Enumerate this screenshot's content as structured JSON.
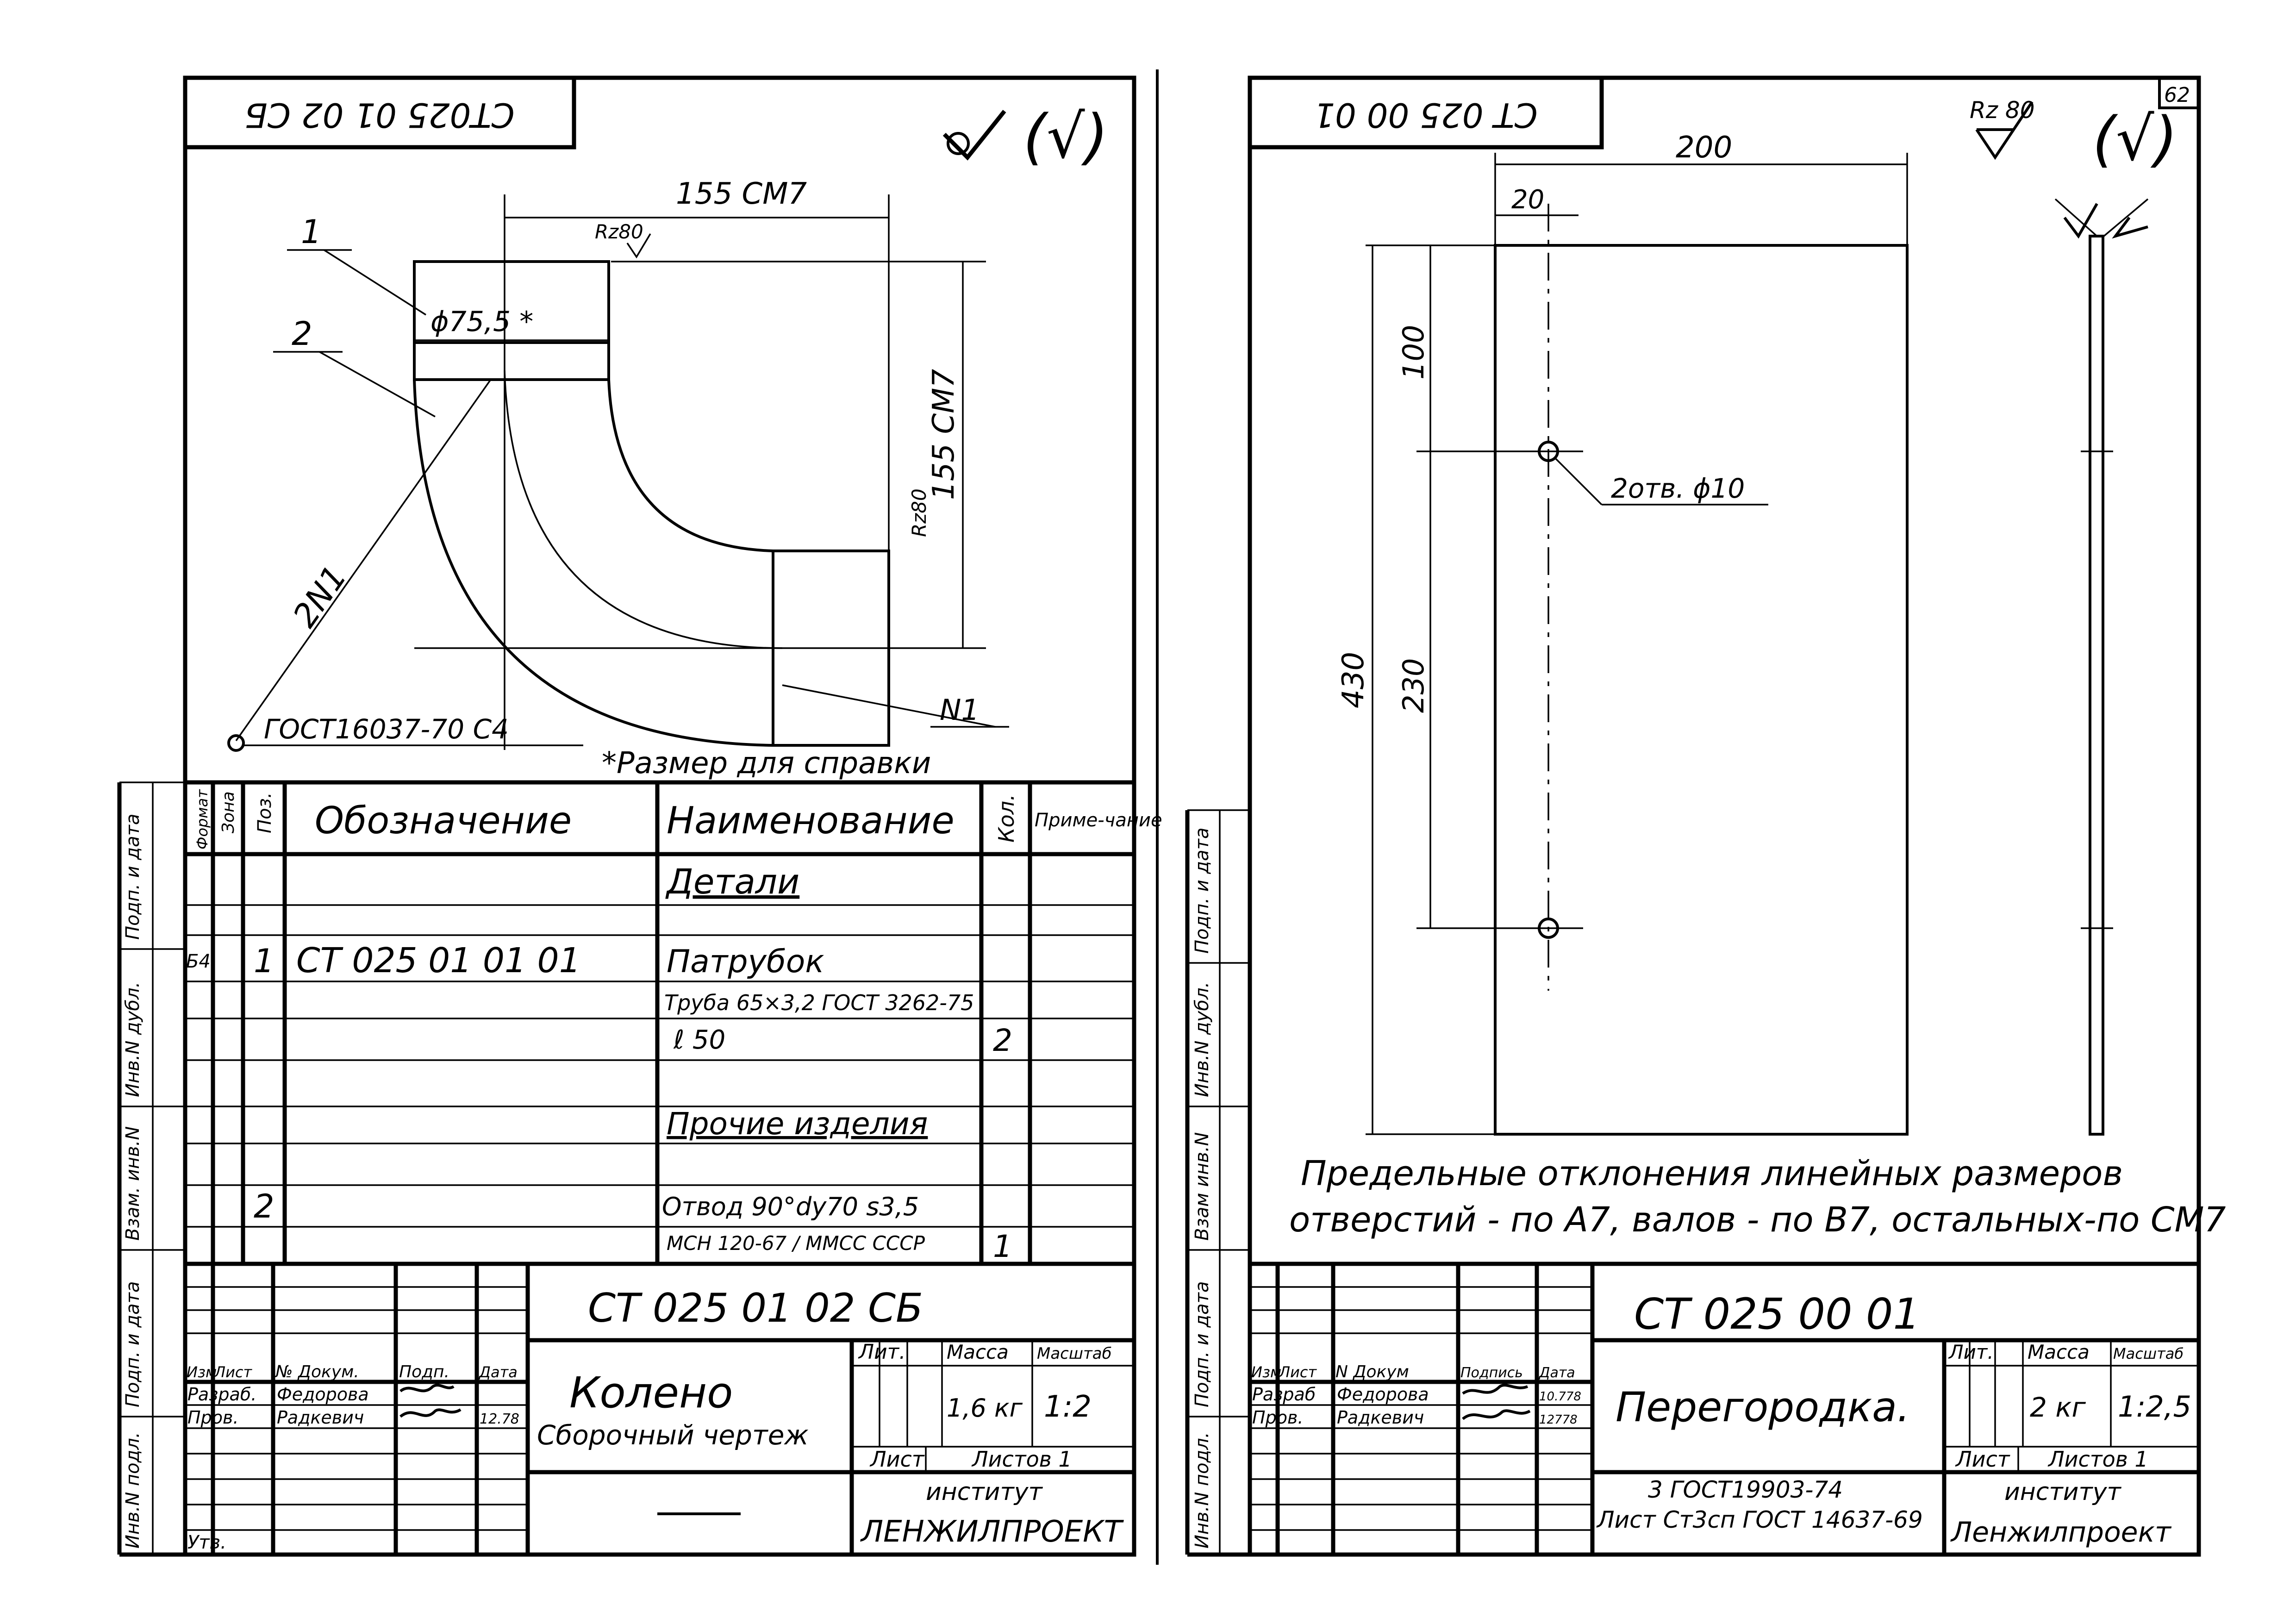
{
  "left_sheet": {
    "stamp_code": "СТ025 01 02 СБ",
    "roughness": {
      "sign": "✓",
      "bracket": "(√)"
    },
    "dimensions": {
      "width": "155 СМ7",
      "height": "155 СМ7",
      "diameter": "ϕ75,5 *",
      "rz_top": "Rz80",
      "rz_side": "Rz80"
    },
    "callouts": {
      "part1": "1",
      "part2": "2",
      "weld_2n1": "2N1",
      "weld_n1": "N1",
      "weld_standard": "ГОСТ16037-70 С4"
    },
    "note": "*Размер для справки",
    "spec_table": {
      "headers": {
        "format": "Формат",
        "zone": "Зона",
        "pos": "Поз.",
        "designation": "Обозначение",
        "name": "Наименование",
        "qty": "Кол.",
        "note": "Приме-чание"
      },
      "rows": [
        {
          "format": "",
          "pos": "",
          "designation": "",
          "name": "Детали",
          "qty": "",
          "heading": true
        },
        {
          "format": "Б4",
          "pos": "1",
          "designation": "СТ 025 01 01 01",
          "name": "Патрубок",
          "qty": ""
        },
        {
          "format": "",
          "pos": "",
          "designation": "",
          "name": "Труба 65×3,2 ГОСТ 3262-75",
          "qty": ""
        },
        {
          "format": "",
          "pos": "",
          "designation": "",
          "name": "ℓ 50",
          "qty": "2"
        },
        {
          "format": "",
          "pos": "",
          "designation": "",
          "name": "Прочие изделия",
          "qty": "",
          "heading": true
        },
        {
          "format": "",
          "pos": "2",
          "designation": "",
          "name": "Отвод 90°dy70 s3,5",
          "qty": ""
        },
        {
          "format": "",
          "pos": "",
          "designation": "",
          "name": "МСН 120-67 / ММСС СССР",
          "qty": "1"
        }
      ]
    },
    "title_block": {
      "code": "СТ 025 01 02 СБ",
      "name": "Колено",
      "subtitle": "Сборочный чертеж",
      "lit_label": "Лит.",
      "mass_label": "Масса",
      "scale_label": "Масштаб",
      "mass": "1,6 кг",
      "scale": "1:2",
      "sheet_label": "Лист",
      "sheets_label": "Листов 1",
      "org_line1": "институт",
      "org_line2": "ЛЕНЖИЛПРОЕКТ",
      "sig_headers": {
        "izm": "Изм",
        "list": "Лист",
        "doc": "№ Докум.",
        "sign": "Подп.",
        "date": "Дата"
      },
      "roles": [
        {
          "role": "Разраб.",
          "name": "Федорова",
          "date": ""
        },
        {
          "role": "Пров.",
          "name": "Радкевич",
          "date": "12.78"
        },
        {
          "role": "Утв.",
          "name": "",
          "date": ""
        }
      ]
    },
    "side_stamp": [
      "Инв.N подл.",
      "Подп. и дата",
      "Взам. инв.N",
      "Инв.N дубл.",
      "Подп. и дата"
    ]
  },
  "right_sheet": {
    "stamp_code": "СТ 025 00 01",
    "page_number": "62",
    "roughness": {
      "label": "Rz 80",
      "bracket": "(√)"
    },
    "dimensions": {
      "width": "200",
      "offset": "20",
      "top": "100",
      "total": "430",
      "spacing": "230",
      "holes": "2отв. ϕ10"
    },
    "note_line1": "Предельные отклонения линейных размеров",
    "note_line2": "отверстий - по A7, валов - по B7, остальных-по CM7",
    "title_block": {
      "code": "СТ 025 00 01",
      "name": "Перегородка.",
      "lit_label": "Лит.",
      "mass_label": "Масса",
      "scale_label": "Масштаб",
      "mass": "2 кг",
      "scale": "1:2,5",
      "sheet_label": "Лист",
      "sheets_label": "Листов 1",
      "material_line1": "3 ГОСТ19903-74",
      "material_line2": "Лист Ст3сп ГОСТ 14637-69",
      "org_line1": "институт",
      "org_line2": "Ленжилпроект",
      "sig_headers": {
        "izm": "Изм",
        "list": "Лист",
        "doc": "N Докум",
        "sign": "Подпись",
        "date": "Дата"
      },
      "roles": [
        {
          "role": "Разраб",
          "name": "Федорова",
          "date": "10.778"
        },
        {
          "role": "Пров.",
          "name": "Радкевич",
          "date": "12778"
        }
      ]
    },
    "side_stamp": [
      "Инв.N подл.",
      "Подп. и дата",
      "Взам инв.N",
      "Инв.N дубл.",
      "Подп. и дата"
    ]
  }
}
